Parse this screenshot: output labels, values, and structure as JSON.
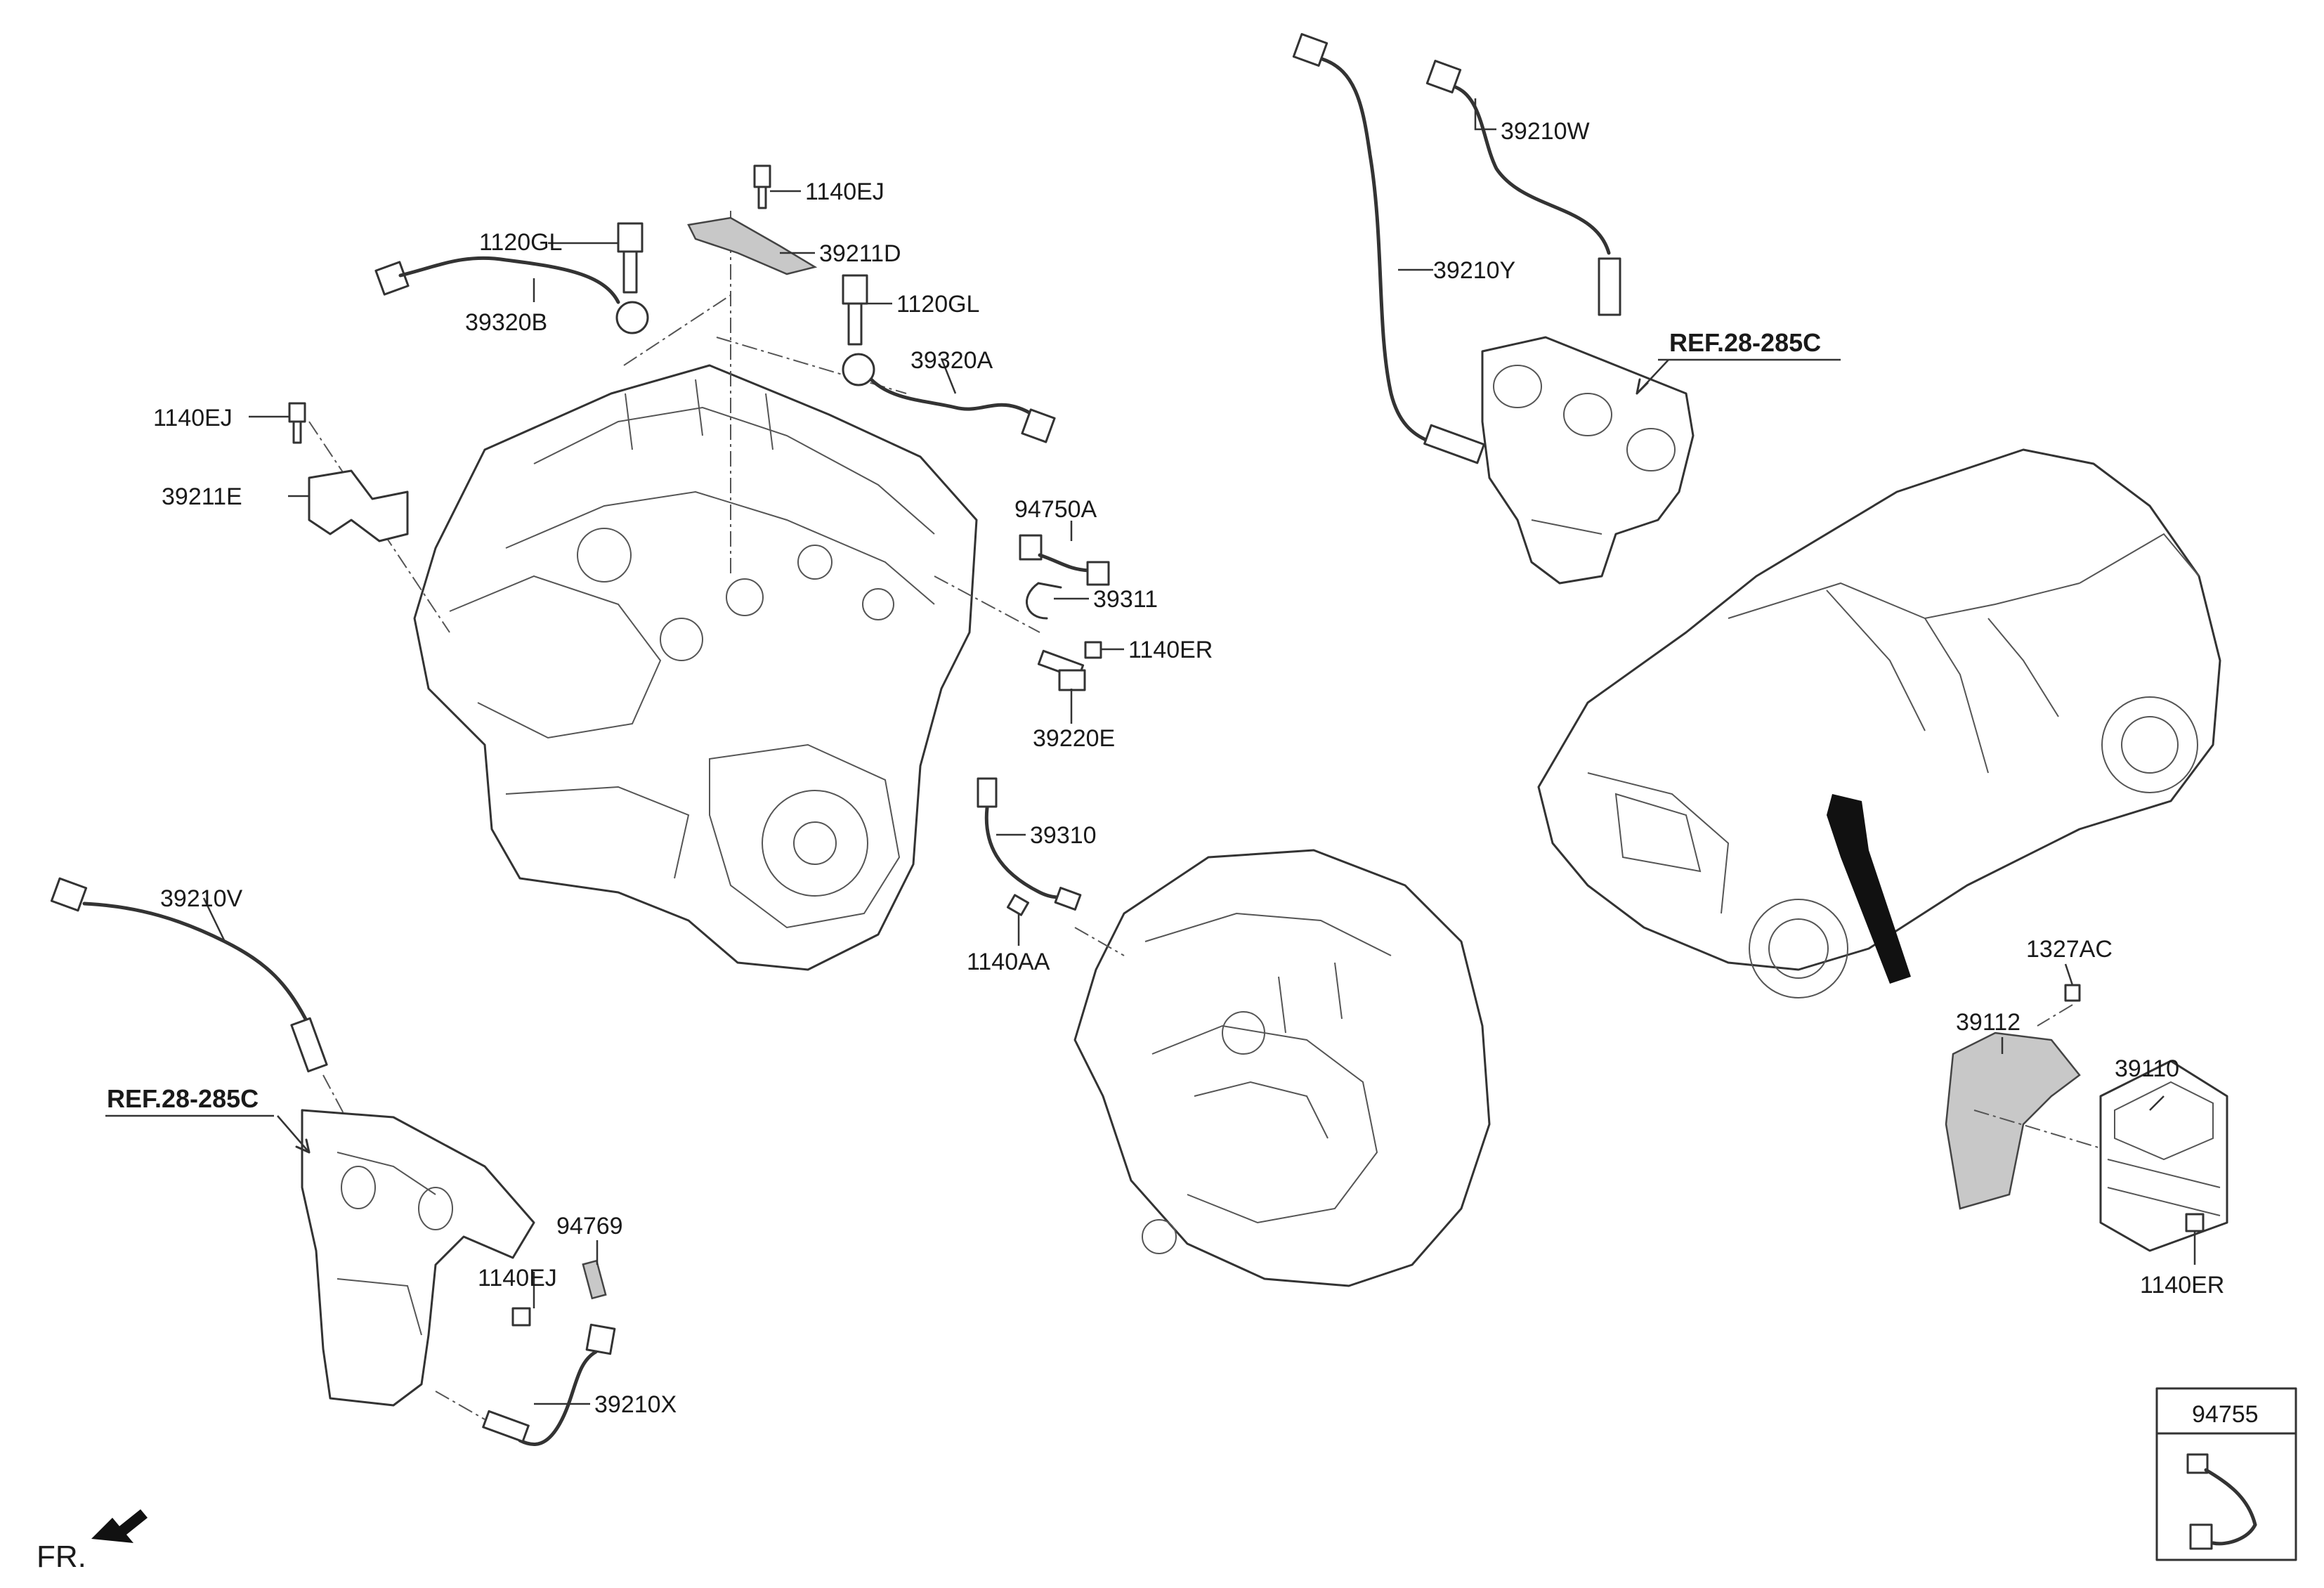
{
  "labels": {
    "p1140ej_a": "1140EJ",
    "p1120gl_a": "1120GL",
    "p39211d": "39211D",
    "p39320b": "39320B",
    "p1120gl_b": "1120GL",
    "p39320a": "39320A",
    "p1140ej_b": "1140EJ",
    "p39211e": "39211E",
    "p94750a": "94750A",
    "p39311": "39311",
    "p1140er_a": "1140ER",
    "p39220e": "39220E",
    "p39310": "39310",
    "p1140aa": "1140AA",
    "p39210v": "39210V",
    "p94769": "94769",
    "p1140ej_c": "1140EJ",
    "p39210x": "39210X",
    "p39210w": "39210W",
    "p39210y": "39210Y",
    "p1327ac": "1327AC",
    "p39112": "39112",
    "p39110": "39110",
    "p1140er_b": "1140ER",
    "p94755": "94755"
  },
  "refs": {
    "upper": "REF.28-285C",
    "lower": "REF.28-285C"
  },
  "orientation": {
    "front_label": "FR."
  }
}
